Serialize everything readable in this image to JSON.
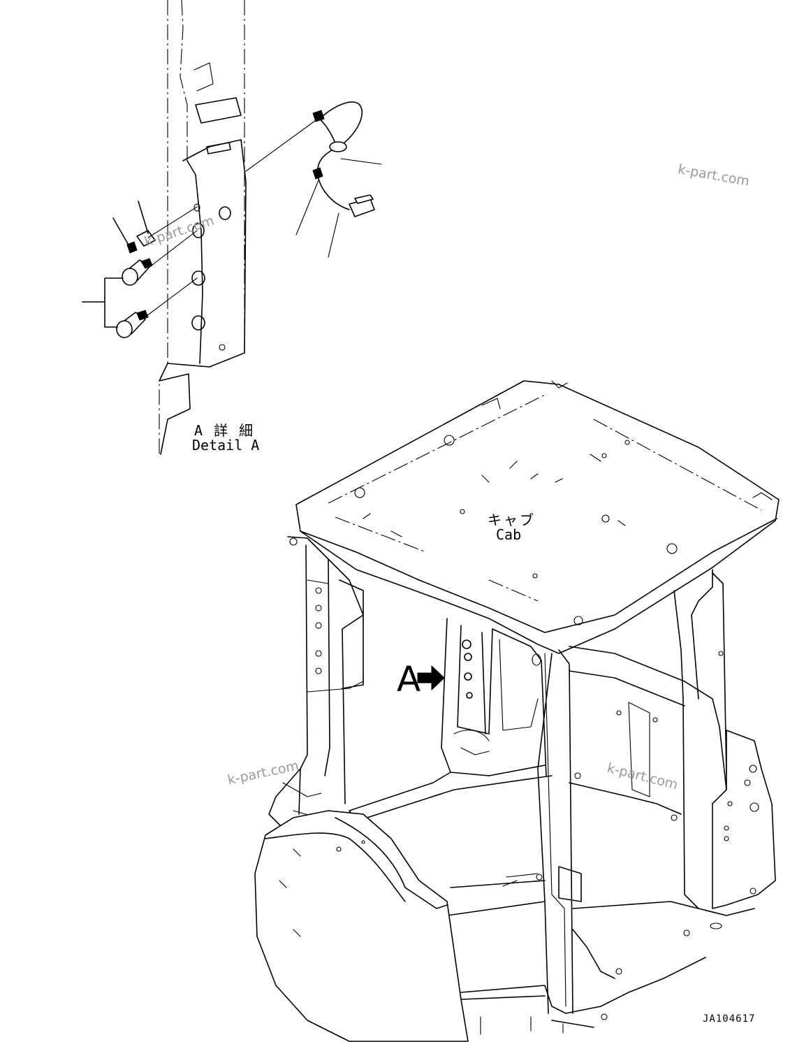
{
  "detail_label": {
    "jp": "A 詳 細",
    "en": "Detail A"
  },
  "cab_label": {
    "jp": "キャブ",
    "en": "Cab"
  },
  "view_marker": "A",
  "drawing_number": "JA104617",
  "watermarks": [
    "k-part.com",
    "k-part.com",
    "k-part.com",
    "k-part.com"
  ]
}
